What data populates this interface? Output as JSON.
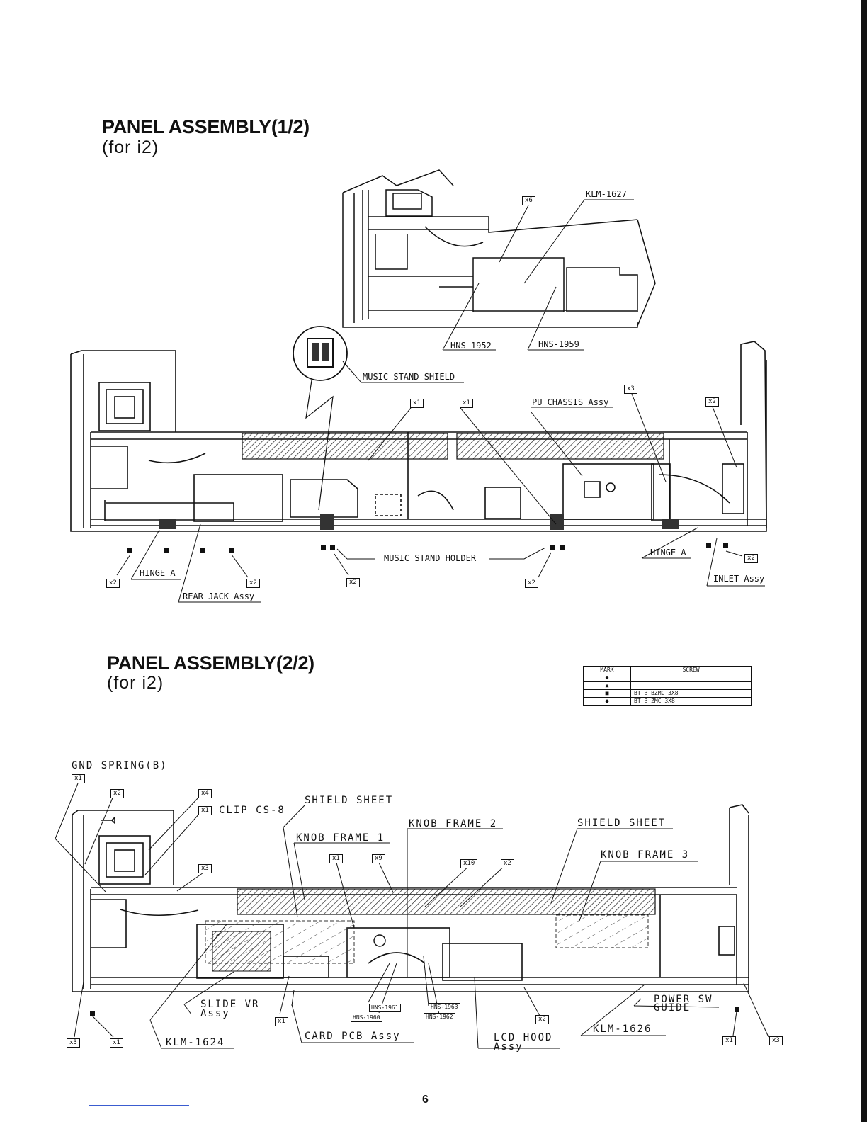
{
  "section1": {
    "title": "PANEL ASSEMBLY(1/2)",
    "subtitle": "(for i2)"
  },
  "section2": {
    "title": "PANEL ASSEMBLY(2/2)",
    "subtitle": "(for i2)"
  },
  "labels1": {
    "klm1627": "KLM-1627",
    "x6": "x6",
    "hns1952": "HNS-1952",
    "hns1959": "HNS-1959",
    "music_stand_shield": "MUSIC STAND SHIELD",
    "pu_chassis": "PU CHASSIS Assy",
    "x1a": "x1",
    "x1b": "x1",
    "x3": "x3",
    "x2top": "x2",
    "hinge_a_right": "HINGE A",
    "hinge_a_left": "HINGE A",
    "music_stand_holder": "MUSIC STAND HOLDER",
    "rear_jack": "REAR JACK Assy",
    "inlet": "INLET Assy",
    "x2_bl": "x2",
    "x2_b2": "x2",
    "x2_b3": "x2",
    "x2_b4": "x2",
    "x2_br": "x2"
  },
  "legend": {
    "header_mark": "MARK",
    "header_screw": "SCREW",
    "rows": [
      {
        "mark": "◆",
        "screw": ""
      },
      {
        "mark": "▲",
        "screw": ""
      },
      {
        "mark": "■",
        "screw": "BT B BZMC 3X8"
      },
      {
        "mark": "●",
        "screw": "BT B ZMC 3X8"
      }
    ]
  },
  "labels2": {
    "gnd_spring": "GND SPRING(B)",
    "x1_gnd": "x1",
    "x2": "x2",
    "x4": "x4",
    "x1_clip": "x1",
    "clip": "CLIP CS-8",
    "x3_mid": "x3",
    "shield_sheet_1": "SHIELD SHEET",
    "knob_frame_1": "KNOB FRAME 1",
    "knob_frame_2": "KNOB FRAME 2",
    "shield_sheet_2": "SHIELD SHEET",
    "knob_frame_3": "KNOB FRAME 3",
    "x1_kf": "x1",
    "x9": "x9",
    "x10": "x10",
    "x2_kf": "x2",
    "slide_vr_1": "SLIDE VR",
    "slide_vr_2": "Assy",
    "hns1961": "HNS-1961",
    "hns1960": "HNS-1960",
    "hns1963": "HNS-1963",
    "hns1962": "HNS-1962",
    "x1_card": "x1",
    "card_pcb": "CARD PCB Assy",
    "x2_lcd": "x2",
    "lcd_hood_1": "LCD HOOD",
    "lcd_hood_2": "Assy",
    "klm1624": "KLM-1624",
    "klm1626": "KLM-1626",
    "power_sw_1": "POWER SW",
    "power_sw_2": "GUIDE",
    "x3_bl": "x3",
    "x1_bl": "x1",
    "x1_br": "x1",
    "x3_br": "x3"
  },
  "page_number": "6"
}
